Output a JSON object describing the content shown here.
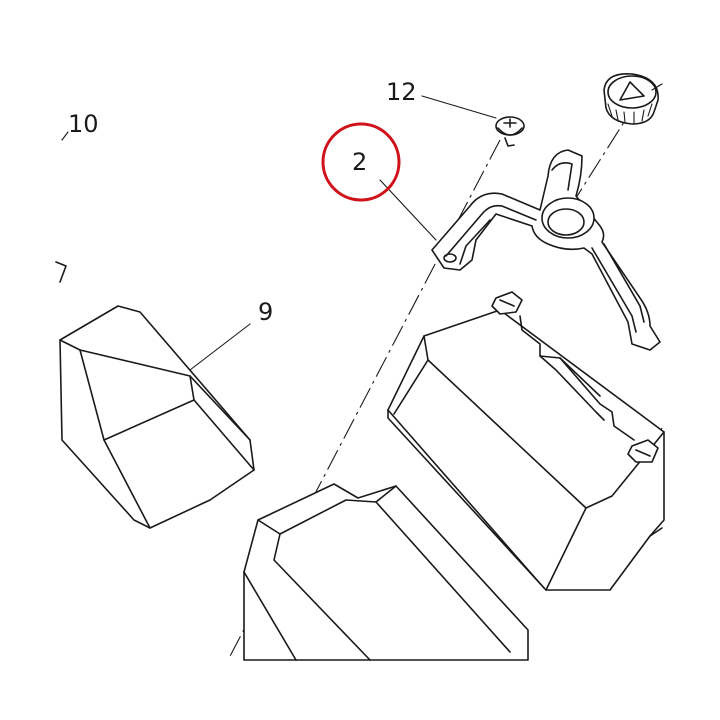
{
  "callouts": {
    "c12": "12",
    "c10": "10",
    "c2": "2",
    "c9": "9"
  },
  "highlight": {
    "part": "2",
    "color": "#d0121b"
  }
}
